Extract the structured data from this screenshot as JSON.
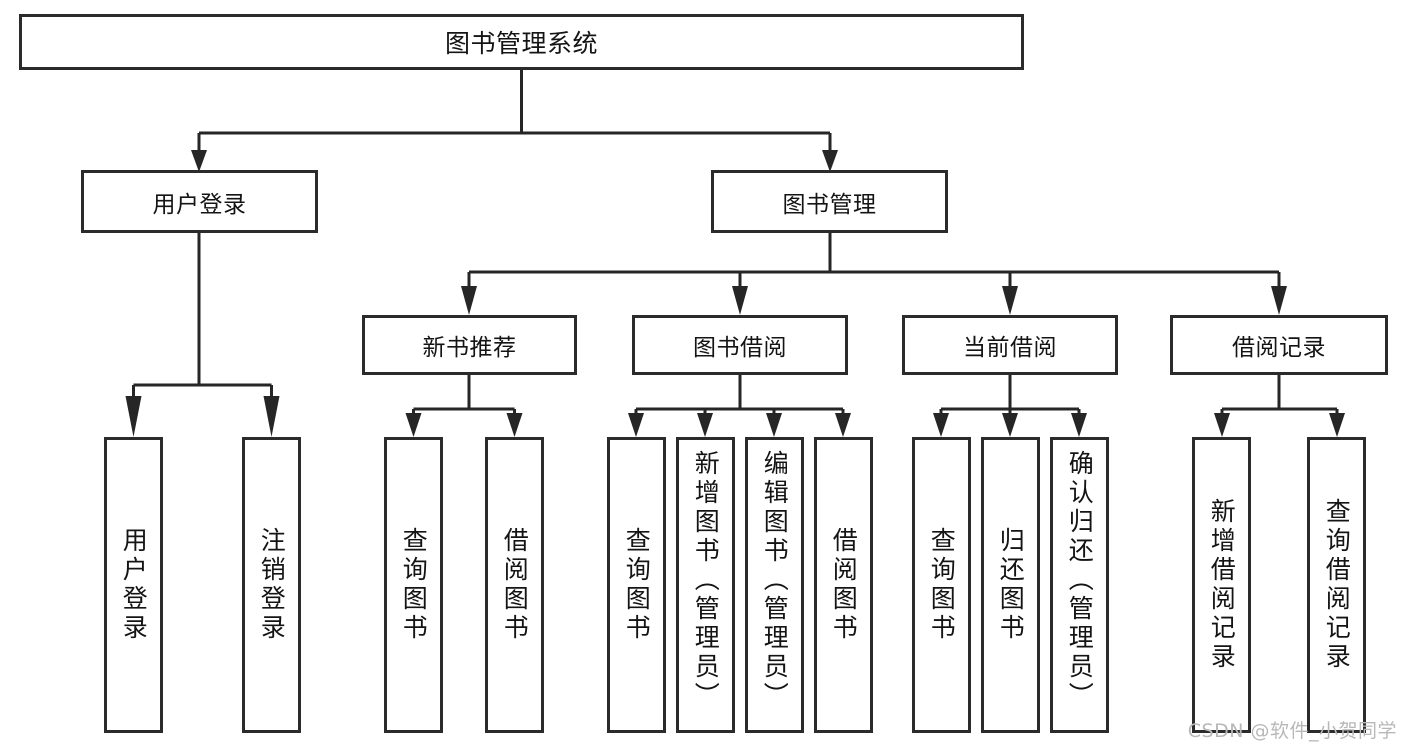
{
  "diagram": {
    "type": "tree",
    "title": "图书管理系统",
    "watermark": "CSDN @软件_小贺同学",
    "colors": {
      "box_border": "#2b2b2b",
      "box_fill": "#ffffff",
      "connector": "#262626",
      "text": "#141414",
      "watermark": "#b8b8b8"
    },
    "nodes": {
      "root": {
        "label": "图书管理系统"
      },
      "level2": [
        {
          "id": "user-login",
          "label": "用户登录"
        },
        {
          "id": "book-management",
          "label": "图书管理"
        }
      ],
      "level3": [
        {
          "id": "new-book-recommend",
          "label": "新书推荐"
        },
        {
          "id": "book-borrow",
          "label": "图书借阅"
        },
        {
          "id": "current-borrow",
          "label": "当前借阅"
        },
        {
          "id": "borrow-record",
          "label": "借阅记录"
        }
      ],
      "leaves": {
        "user-login": [
          {
            "id": "leaf-user-login",
            "label": "用户登录"
          },
          {
            "id": "leaf-user-logout",
            "label": "注销登录"
          }
        ],
        "new-book-recommend": [
          {
            "id": "leaf-query-book-1",
            "label": "查询图书"
          },
          {
            "id": "leaf-borrow-book-1",
            "label": "借阅图书"
          }
        ],
        "book-borrow": [
          {
            "id": "leaf-query-book-2",
            "label": "查询图书"
          },
          {
            "id": "leaf-add-book",
            "label": "新增图书（管理员）"
          },
          {
            "id": "leaf-edit-book",
            "label": "编辑图书（管理员）"
          },
          {
            "id": "leaf-borrow-book-2",
            "label": "借阅图书"
          }
        ],
        "current-borrow": [
          {
            "id": "leaf-query-book-3",
            "label": "查询图书"
          },
          {
            "id": "leaf-return-book",
            "label": "归还图书"
          },
          {
            "id": "leaf-confirm-return",
            "label": "确认归还（管理员）"
          }
        ],
        "borrow-record": [
          {
            "id": "leaf-add-record",
            "label": "新增借阅记录"
          },
          {
            "id": "leaf-query-record",
            "label": "查询借阅记录"
          }
        ]
      }
    },
    "edges": [
      {
        "from": "图书管理系统",
        "to": "用户登录"
      },
      {
        "from": "图书管理系统",
        "to": "图书管理"
      },
      {
        "from": "用户登录",
        "to": "用户登录"
      },
      {
        "from": "用户登录",
        "to": "注销登录"
      },
      {
        "from": "图书管理",
        "to": "新书推荐"
      },
      {
        "from": "图书管理",
        "to": "图书借阅"
      },
      {
        "from": "图书管理",
        "to": "当前借阅"
      },
      {
        "from": "图书管理",
        "to": "借阅记录"
      },
      {
        "from": "新书推荐",
        "to": "查询图书"
      },
      {
        "from": "新书推荐",
        "to": "借阅图书"
      },
      {
        "from": "图书借阅",
        "to": "查询图书"
      },
      {
        "from": "图书借阅",
        "to": "新增图书（管理员）"
      },
      {
        "from": "图书借阅",
        "to": "编辑图书（管理员）"
      },
      {
        "from": "图书借阅",
        "to": "借阅图书"
      },
      {
        "from": "当前借阅",
        "to": "查询图书"
      },
      {
        "from": "当前借阅",
        "to": "归还图书"
      },
      {
        "from": "当前借阅",
        "to": "确认归还（管理员）"
      },
      {
        "from": "借阅记录",
        "to": "新增借阅记录"
      },
      {
        "from": "借阅记录",
        "to": "查询借阅记录"
      }
    ]
  }
}
